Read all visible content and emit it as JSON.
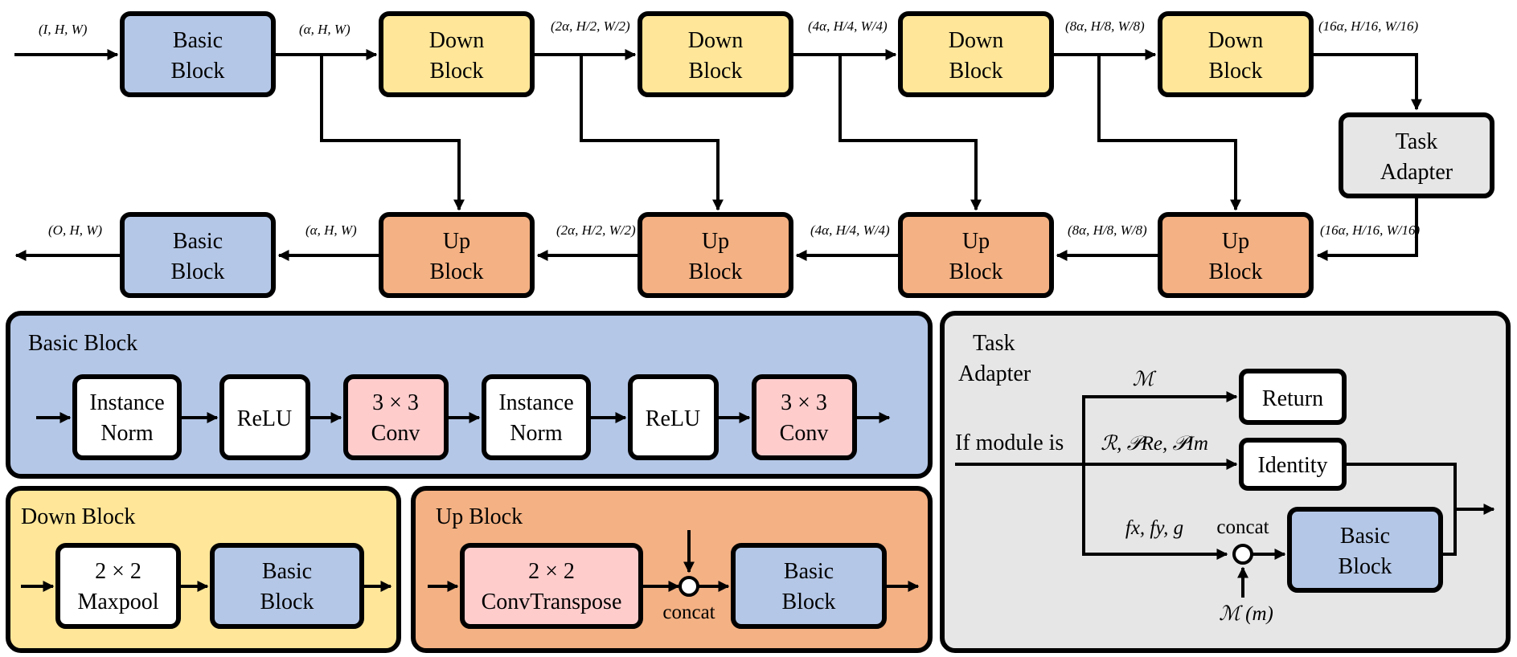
{
  "top": {
    "input_dims": "(I, H, W)",
    "output_dims": "(O, H, W)",
    "encoder": [
      {
        "line1": "Basic",
        "line2": "Block"
      },
      {
        "line1": "Down",
        "line2": "Block"
      },
      {
        "line1": "Down",
        "line2": "Block"
      },
      {
        "line1": "Down",
        "line2": "Block"
      },
      {
        "line1": "Down",
        "line2": "Block"
      }
    ],
    "decoder": [
      {
        "line1": "Basic",
        "line2": "Block"
      },
      {
        "line1": "Up",
        "line2": "Block"
      },
      {
        "line1": "Up",
        "line2": "Block"
      },
      {
        "line1": "Up",
        "line2": "Block"
      },
      {
        "line1": "Up",
        "line2": "Block"
      }
    ],
    "adapter": {
      "line1": "Task",
      "line2": "Adapter"
    },
    "enc_dims": [
      "(α, H, W)",
      "(2α, H/2, W/2)",
      "(4α, H/4, W/4)",
      "(8α, H/8, W/8)",
      "(16α, H/16, W/16)"
    ],
    "dec_dims": [
      "(α, H, W)",
      "(2α, H/2, W/2)",
      "(4α, H/4, W/4)",
      "(8α, H/8, W/8)",
      "(16α, H/16, W/16)"
    ]
  },
  "basic_panel": {
    "title": "Basic Block",
    "blocks": [
      {
        "line1": "Instance",
        "line2": "Norm"
      },
      {
        "line1": "ReLU",
        "line2": ""
      },
      {
        "line1": "3 × 3",
        "line2": "Conv"
      },
      {
        "line1": "Instance",
        "line2": "Norm"
      },
      {
        "line1": "ReLU",
        "line2": ""
      },
      {
        "line1": "3 × 3",
        "line2": "Conv"
      }
    ]
  },
  "down_panel": {
    "title": "Down Block",
    "blocks": [
      {
        "line1": "2 × 2",
        "line2": "Maxpool"
      },
      {
        "line1": "Basic",
        "line2": "Block"
      }
    ]
  },
  "up_panel": {
    "title": "Up Block",
    "blocks": [
      {
        "line1": "2 × 2",
        "line2": "ConvTranspose"
      },
      {
        "line1": "Basic",
        "line2": "Block"
      }
    ],
    "concat": "concat"
  },
  "adapter_panel": {
    "title_line1": "Task",
    "title_line2": "Adapter",
    "if_label": "If module is",
    "branch_m": "ℳ",
    "branch_r": "ℛ, 𝒫Re, 𝒫Im",
    "branch_f": "fx, fy, g",
    "return": "Return",
    "identity": "Identity",
    "basic": {
      "line1": "Basic",
      "line2": "Block"
    },
    "concat": "concat",
    "mask": "ℳ (m)"
  },
  "colors": {
    "blue": "#b4c7e7",
    "yellow": "#ffe699",
    "orange": "#f4b183",
    "gray": "#e6e6e6",
    "pink": "#ffcccc",
    "white": "#ffffff"
  }
}
